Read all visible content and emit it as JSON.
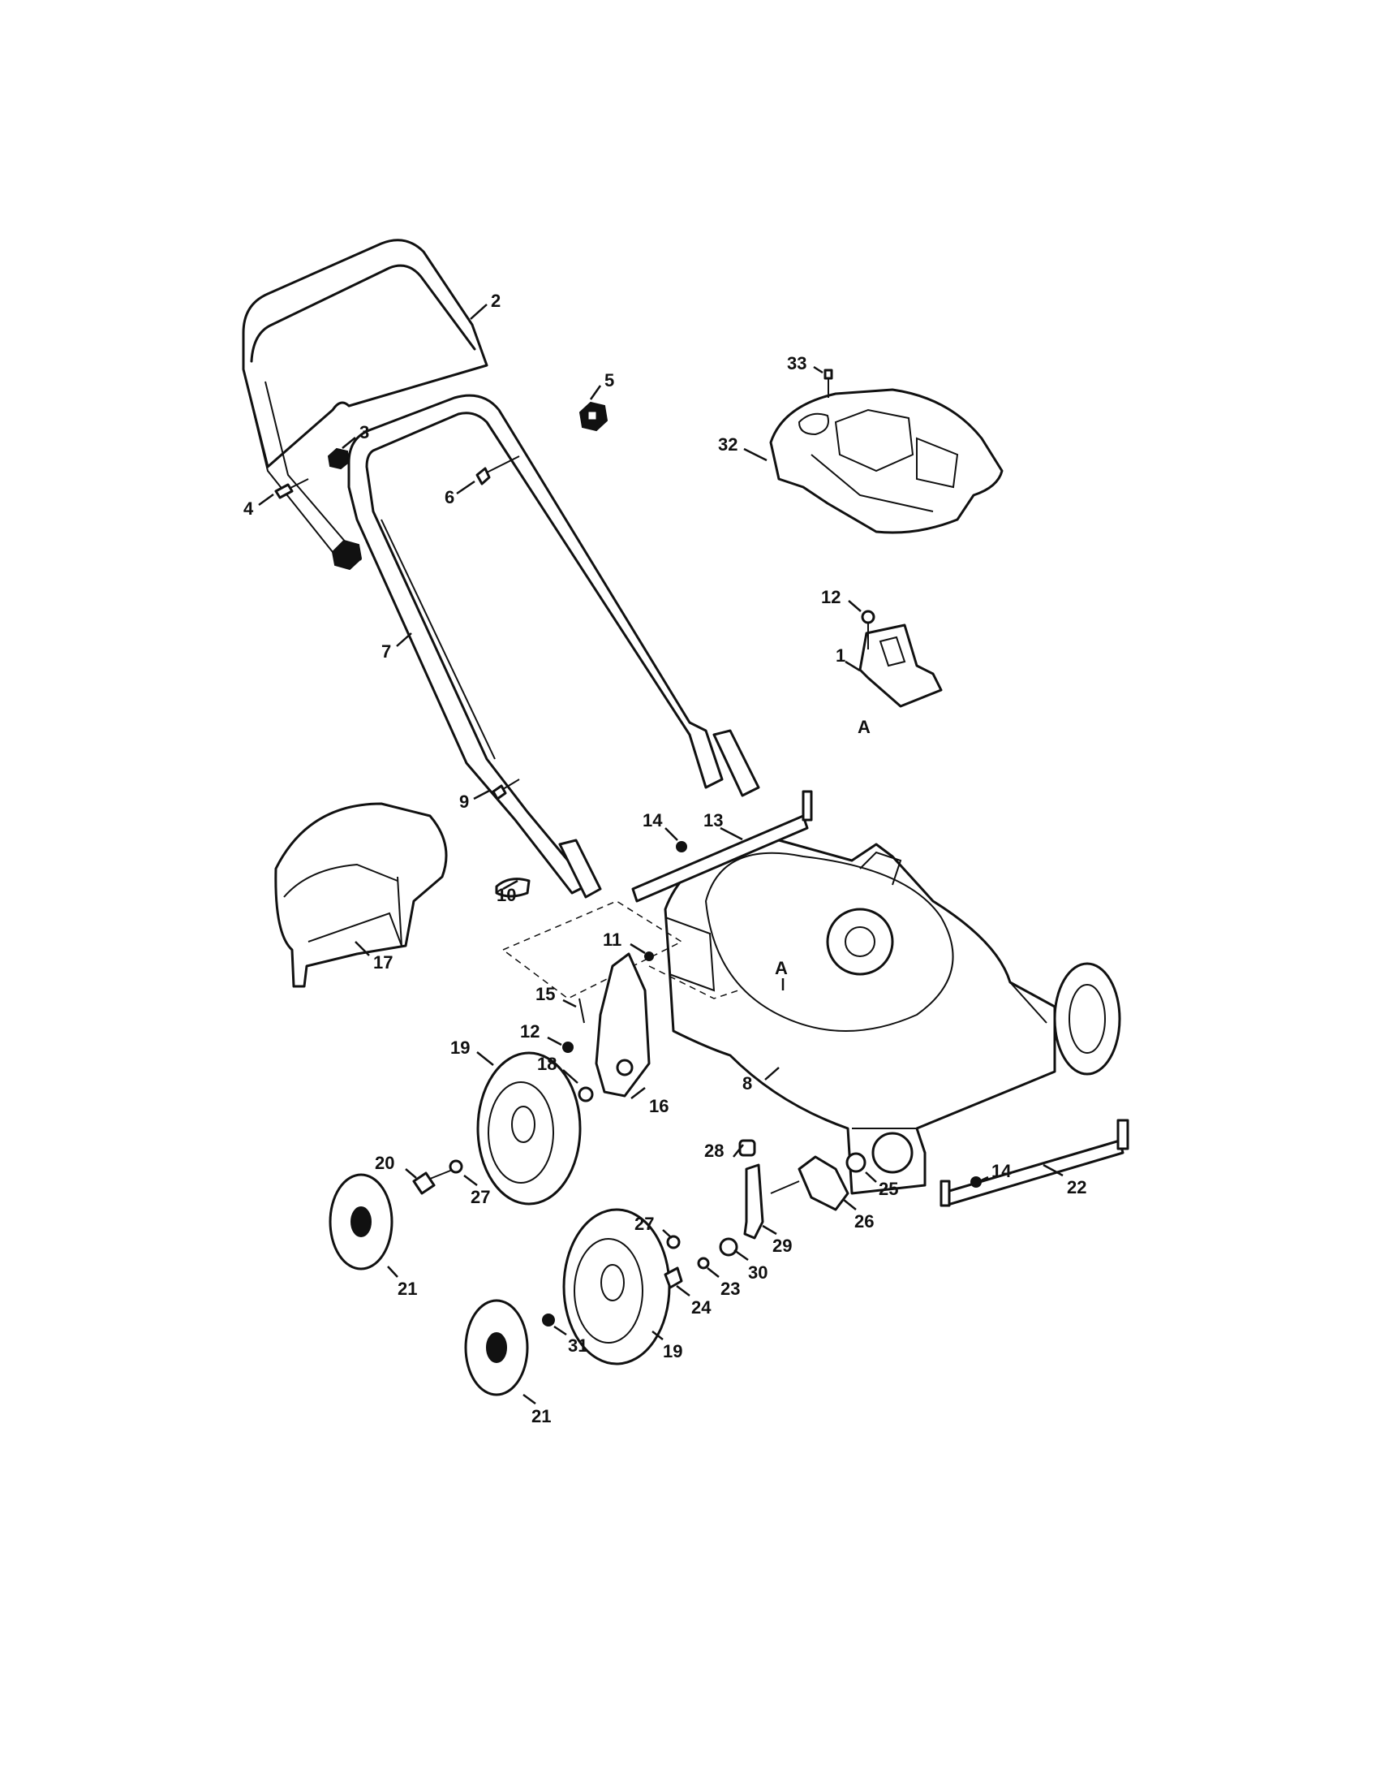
{
  "diagram": {
    "callouts": [
      {
        "id": "c2",
        "text": "2"
      },
      {
        "id": "c33",
        "text": "33"
      },
      {
        "id": "c5",
        "text": "5"
      },
      {
        "id": "c3",
        "text": "3"
      },
      {
        "id": "c32",
        "text": "32"
      },
      {
        "id": "c4",
        "text": "4"
      },
      {
        "id": "c6",
        "text": "6"
      },
      {
        "id": "c12a",
        "text": "12"
      },
      {
        "id": "c1",
        "text": "1"
      },
      {
        "id": "c7",
        "text": "7"
      },
      {
        "id": "cA1",
        "text": "A"
      },
      {
        "id": "c9",
        "text": "9"
      },
      {
        "id": "c14a",
        "text": "14"
      },
      {
        "id": "c13",
        "text": "13"
      },
      {
        "id": "c10",
        "text": "10"
      },
      {
        "id": "c17",
        "text": "17"
      },
      {
        "id": "c11",
        "text": "11"
      },
      {
        "id": "cA2",
        "text": "A"
      },
      {
        "id": "c15",
        "text": "15"
      },
      {
        "id": "c12b",
        "text": "12"
      },
      {
        "id": "c19a",
        "text": "19"
      },
      {
        "id": "c18",
        "text": "18"
      },
      {
        "id": "c16",
        "text": "16"
      },
      {
        "id": "c8",
        "text": "8"
      },
      {
        "id": "c28",
        "text": "28"
      },
      {
        "id": "c14b",
        "text": "14"
      },
      {
        "id": "c22",
        "text": "22"
      },
      {
        "id": "c20",
        "text": "20"
      },
      {
        "id": "c27a",
        "text": "27"
      },
      {
        "id": "c25",
        "text": "25"
      },
      {
        "id": "c26",
        "text": "26"
      },
      {
        "id": "c29",
        "text": "29"
      },
      {
        "id": "c27b",
        "text": "27"
      },
      {
        "id": "c30",
        "text": "30"
      },
      {
        "id": "c23",
        "text": "23"
      },
      {
        "id": "c24",
        "text": "24"
      },
      {
        "id": "c21a",
        "text": "21"
      },
      {
        "id": "c31",
        "text": "31"
      },
      {
        "id": "c19b",
        "text": "19"
      },
      {
        "id": "c21b",
        "text": "21"
      }
    ]
  }
}
